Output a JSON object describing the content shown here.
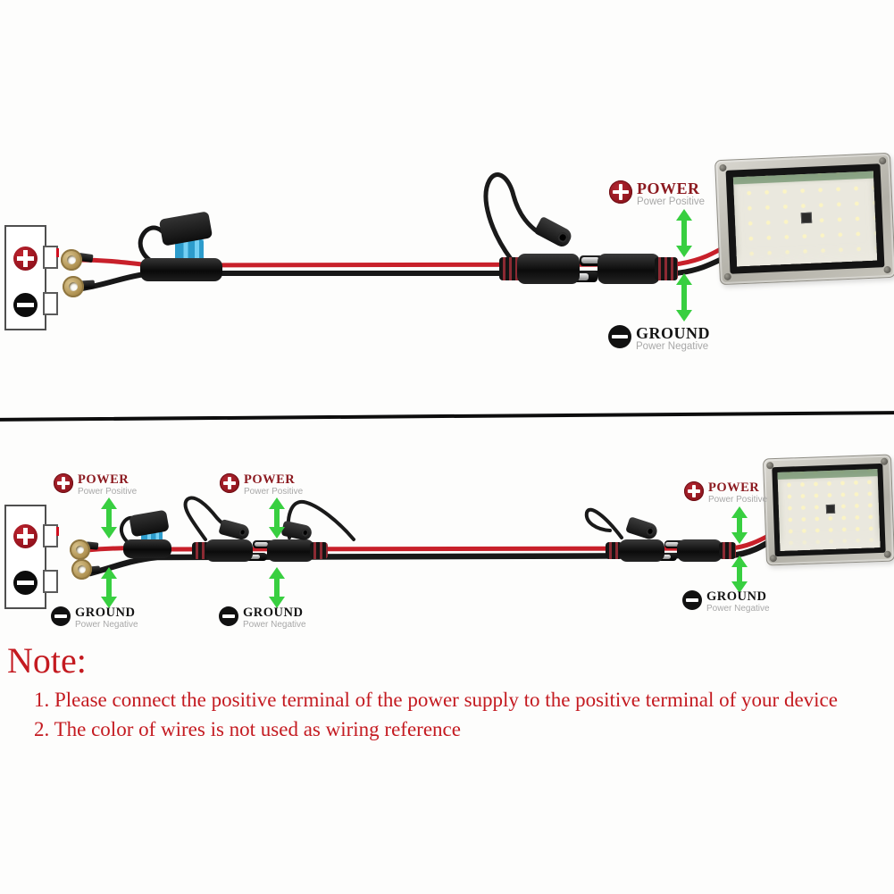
{
  "diagram_labels": {
    "power": {
      "title": "POWER",
      "subtitle": "Power Positive"
    },
    "ground": {
      "title": "GROUND",
      "subtitle": "Power Negative"
    }
  },
  "note": {
    "heading": "Note:",
    "items": [
      "1. Please connect the positive terminal of the power supply to the positive terminal of your device",
      "2. The color of wires is not used as wiring reference"
    ]
  },
  "icons": {
    "power": "plus-circle-icon",
    "ground": "minus-circle-icon",
    "connection_arrow": "double-arrow-vertical-icon"
  },
  "colors": {
    "power_title_red": "#8c1a20",
    "power_icon_red": "#a01b23",
    "ground_black": "#141414",
    "subtitle_gray": "#a8a8a8",
    "arrow_green": "#38cf40",
    "wire_red": "#c8202a",
    "wire_black": "#181818",
    "fuse_blue": "#45b8e8",
    "ring_brass": "#b89a55",
    "note_red": "#c41a20",
    "light_frame_silver": "#c6c4bc",
    "divider_black": "#0d0d0d"
  }
}
